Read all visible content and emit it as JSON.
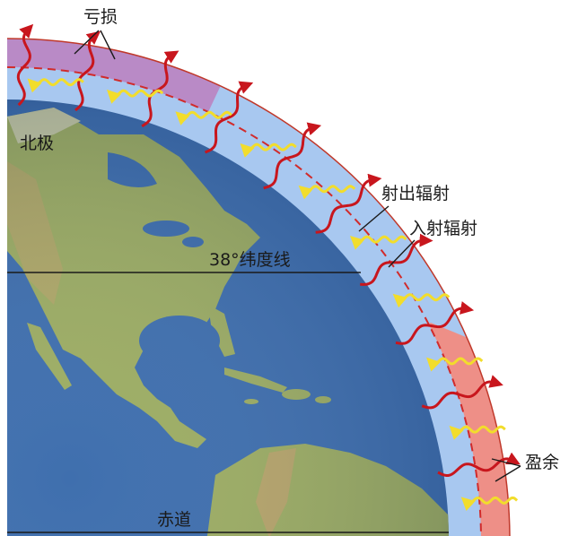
{
  "labels": {
    "deficit": "亏损",
    "north_pole": "北极",
    "outgoing": "射出辐射",
    "incoming": "入射辐射",
    "latitude": "38°纬度线",
    "surplus": "盈余",
    "equator": "赤道"
  },
  "colors": {
    "deficit_band": "#b98ac6",
    "surplus_band": "#ee8f87",
    "atmosphere": "#a8c8f0",
    "ocean": "#3f6fae",
    "land": "#9dad63",
    "outgoing_arrow": "#c8161d",
    "incoming_arrow": "#f2dd2c"
  }
}
